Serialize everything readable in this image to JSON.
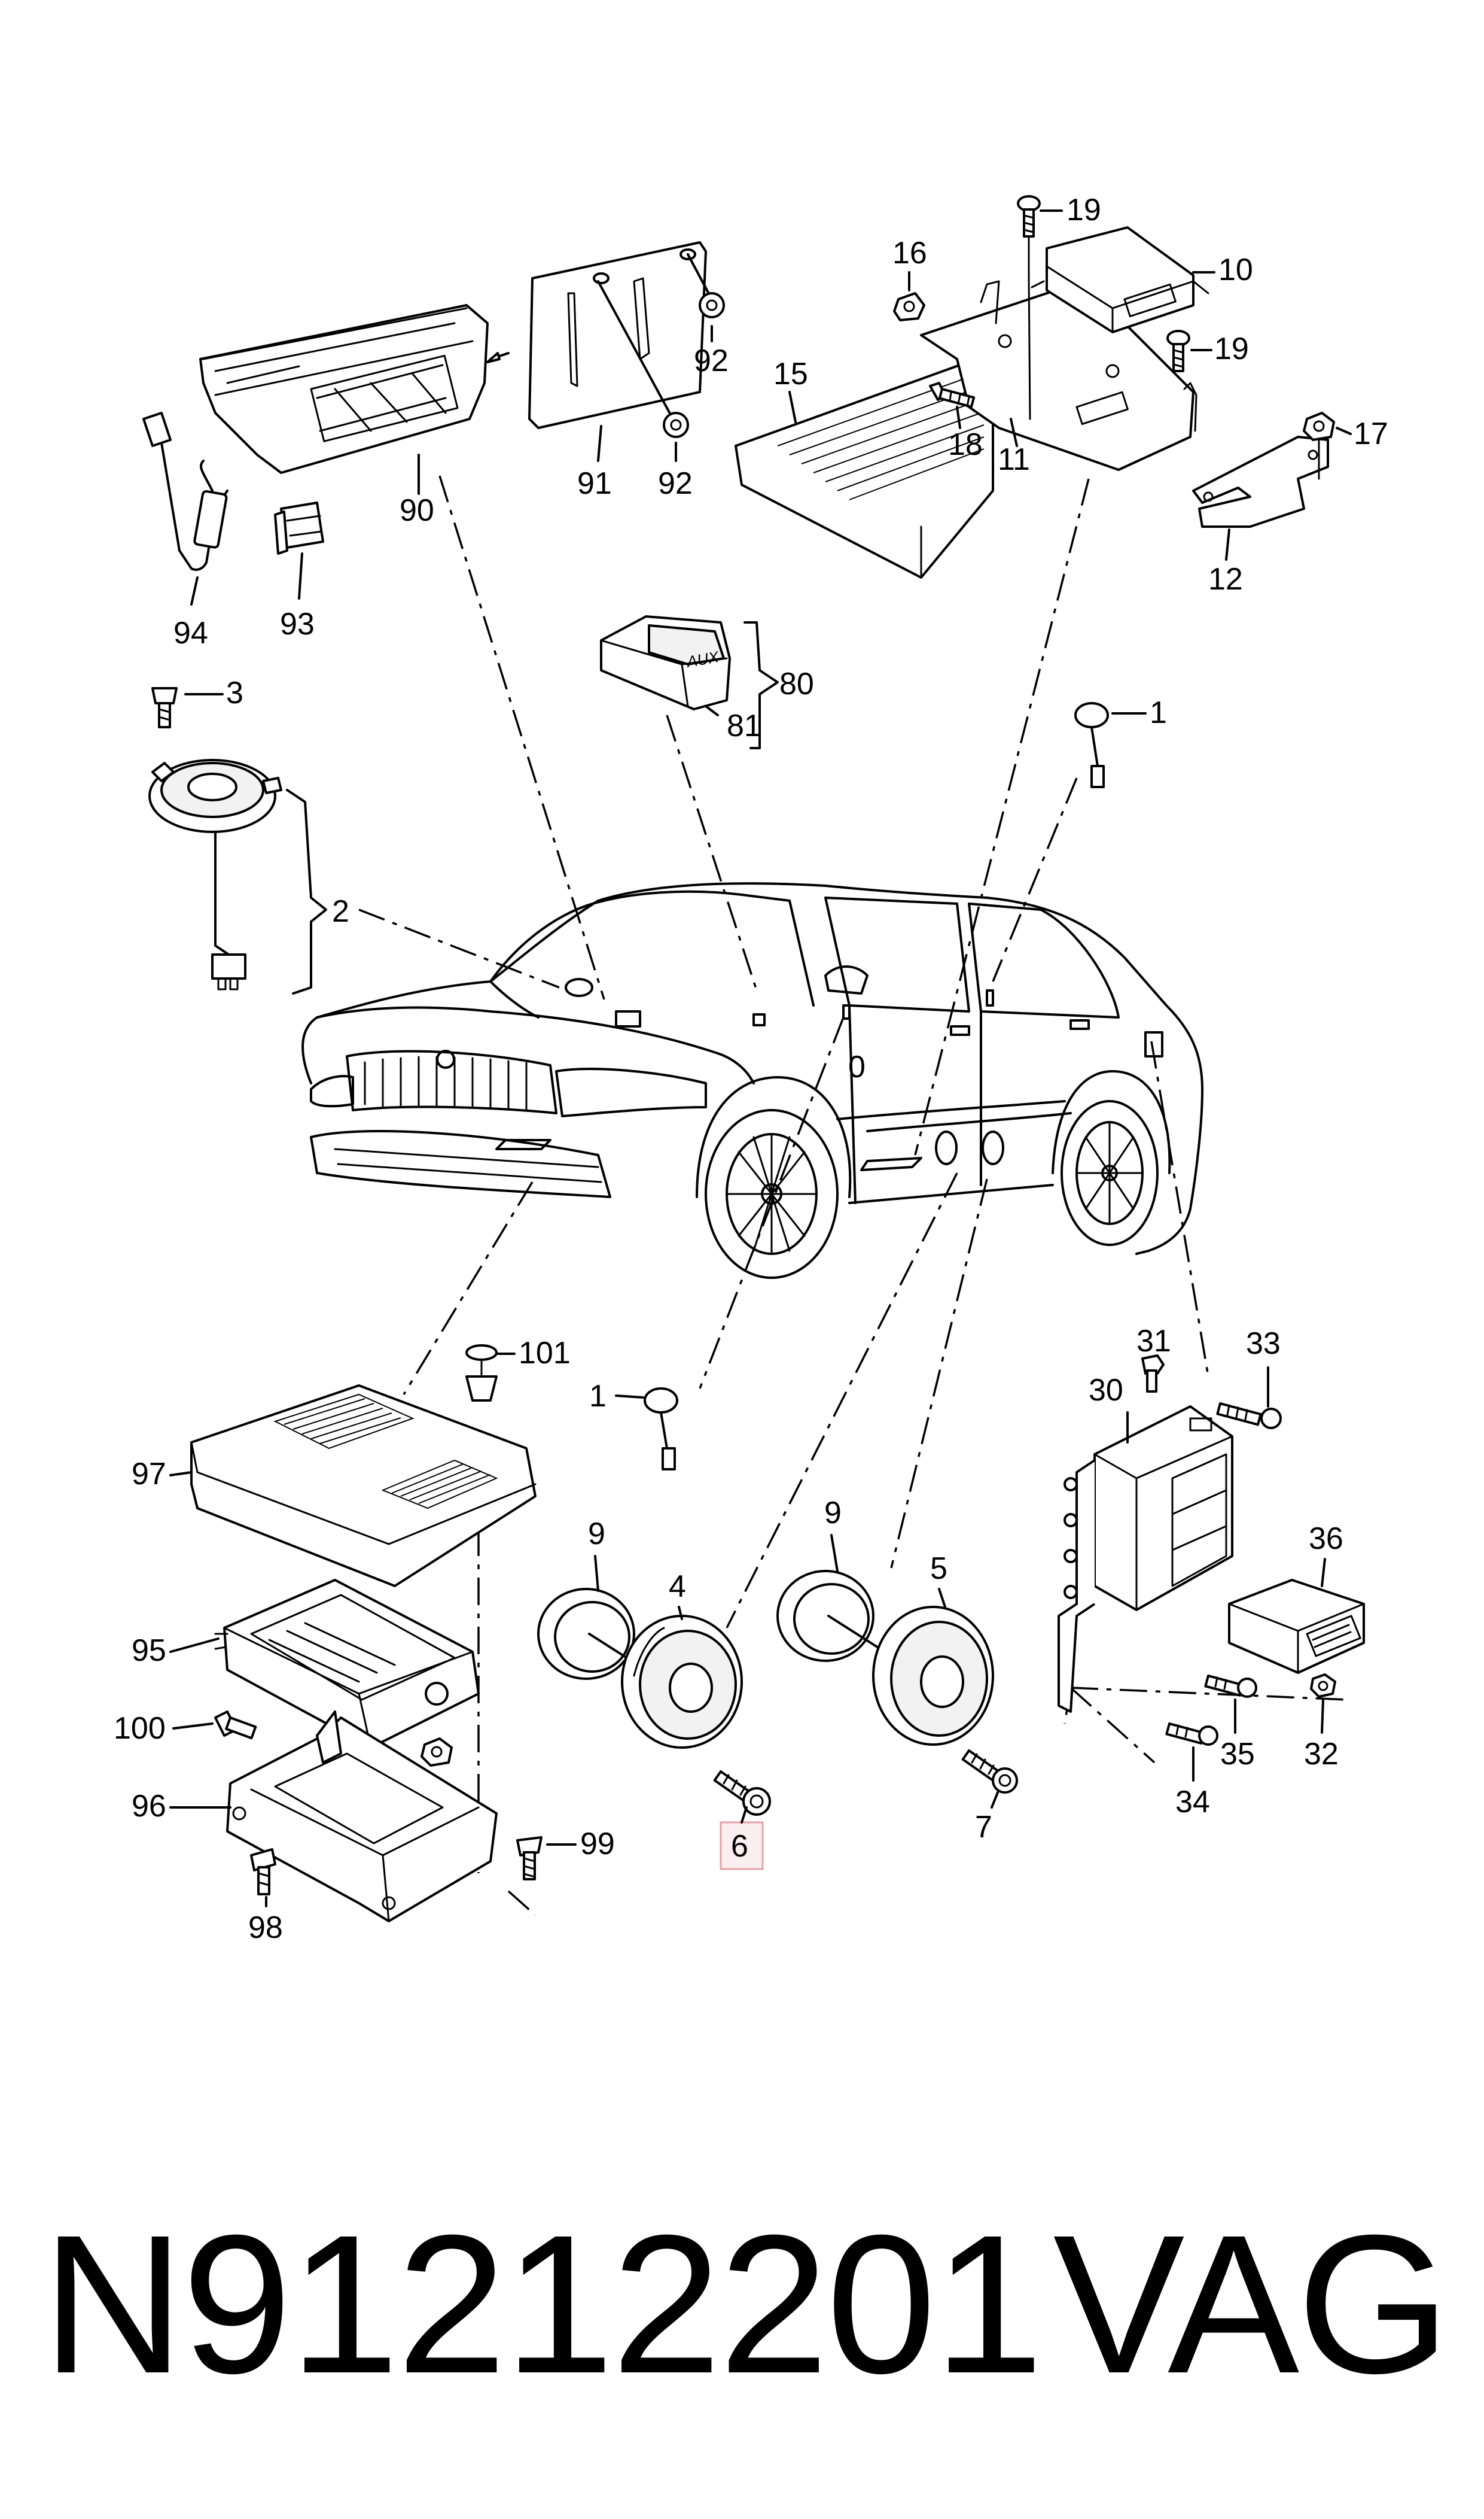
{
  "callouts": {
    "c1a": "1",
    "c1b": "1",
    "c2": "2",
    "c3": "3",
    "c4": "4",
    "c5": "5",
    "c6": "6",
    "c7": "7",
    "c9a": "9",
    "c9b": "9",
    "c10": "10",
    "c11": "11",
    "c12": "12",
    "c15": "15",
    "c16": "16",
    "c17": "17",
    "c18": "18",
    "c19a": "19",
    "c19b": "19",
    "c30": "30",
    "c31": "31",
    "c32": "32",
    "c33": "33",
    "c34": "34",
    "c35": "35",
    "c36": "36",
    "c80": "80",
    "c81": "81",
    "c90": "90",
    "c91": "91",
    "c92a": "92",
    "c92b": "92",
    "c93": "93",
    "c94": "94",
    "c95": "95",
    "c96": "96",
    "c97": "97",
    "c98": "98",
    "c99": "99",
    "c100": "100",
    "c101": "101",
    "car_door_mark": "0"
  },
  "aux_label": "AUX",
  "highlighted_part": "6",
  "highlight_color": "#e8a0a8",
  "footer": {
    "part_number": "N91212201",
    "brand": "VAG"
  }
}
